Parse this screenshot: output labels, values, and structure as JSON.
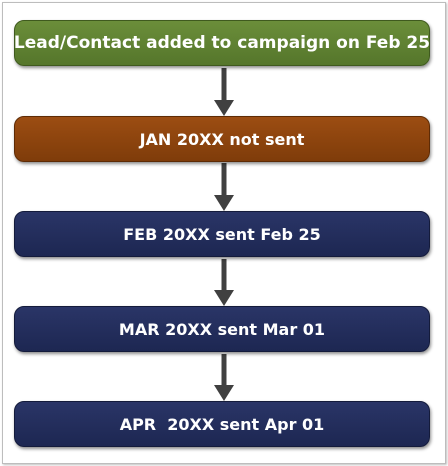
{
  "steps": [
    {
      "label": "Lead/Contact added to campaign on Feb 25",
      "color": "#5f8232"
    },
    {
      "label": "JAN 20XX not sent",
      "color": "#8b4510"
    },
    {
      "label": "FEB 20XX sent Feb 25",
      "color": "#232e5e"
    },
    {
      "label": "MAR 20XX sent Mar 01",
      "color": "#232e5e"
    },
    {
      "label": "APR  20XX sent Apr 01",
      "color": "#232e5e"
    }
  ],
  "connector_color": "#404040"
}
